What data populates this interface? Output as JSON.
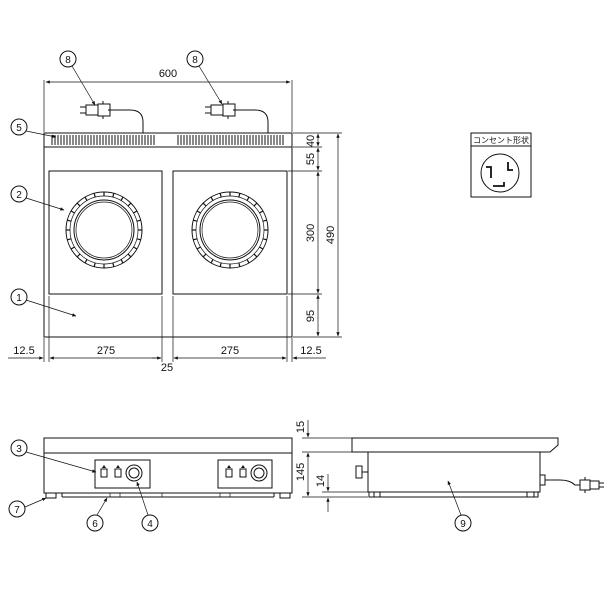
{
  "dimensions": {
    "total_width": "600",
    "depth_40": "40",
    "depth_55": "55",
    "depth_300": "300",
    "depth_490": "490",
    "depth_95": "95",
    "left_margin": "12.5",
    "right_margin": "12.5",
    "width_left": "275",
    "width_right": "275",
    "gap": "25",
    "height_15": "15",
    "height_145": "145",
    "height_14": "14"
  },
  "callouts": {
    "c1": "1",
    "c2": "2",
    "c3": "3",
    "c4": "4",
    "c5": "5",
    "c6": "6",
    "c7": "7",
    "c8a": "8",
    "c8b": "8",
    "c9": "9"
  },
  "outlet": {
    "label": "コンセント形状"
  }
}
